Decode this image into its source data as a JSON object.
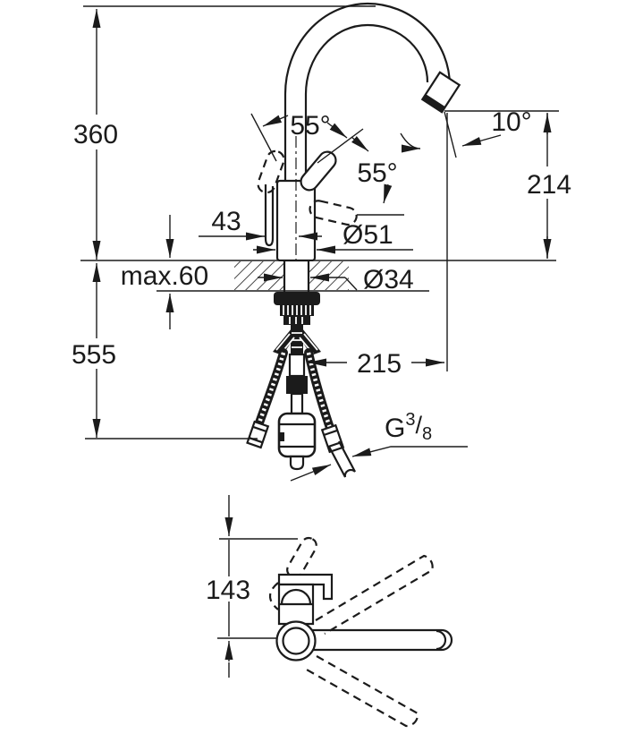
{
  "drawing": {
    "background": "#ffffff",
    "line_color": "#1b1b1b",
    "front_view": {
      "height_to_spout_top": "360",
      "spout_outlet_height": "214",
      "lever_swing_angle_left": "55°",
      "lever_swing_angle_right": "55°",
      "outlet_angle": "10°",
      "lever_offset": "43",
      "body_diameter": "Ø51",
      "max_deck_thickness": "max.60",
      "hole_diameter": "Ø34",
      "hose_length_below_deck": "555",
      "spout_reach": "215",
      "thread": {
        "prefix": "G",
        "numerator": "3",
        "slash": "/",
        "denominator": "8"
      }
    },
    "top_view": {
      "lever_reach": "143"
    }
  }
}
